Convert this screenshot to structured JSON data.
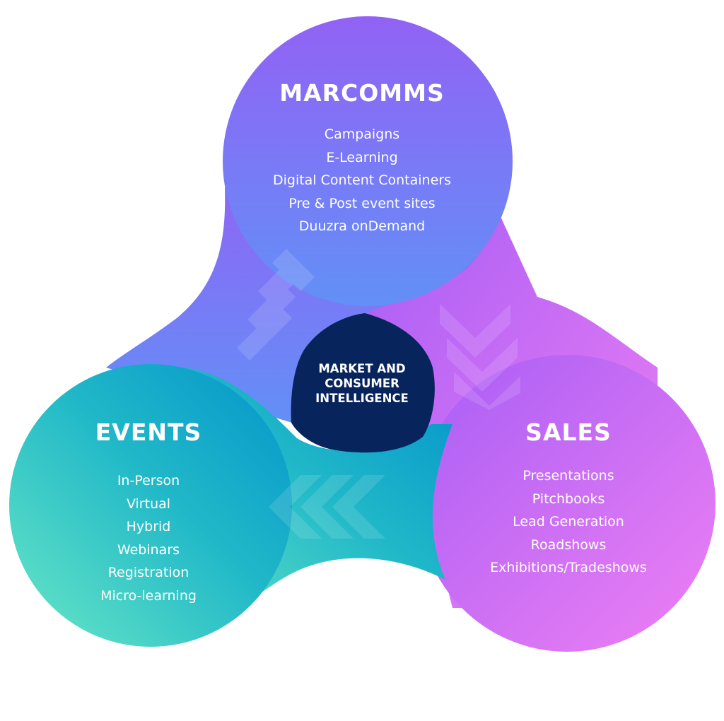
{
  "colors": {
    "marcomms_top": "#8f62f5",
    "marcomms_bottom": "#6a8cf6",
    "sales_top": "#b45cf5",
    "sales_bottom": "#e57af6",
    "events_left": "#62e6c6",
    "events_right": "#0aa1cb",
    "center": "#08245c",
    "text": "#ffffff"
  },
  "icons": [
    "chevrons-up-right-icon",
    "chevrons-down-icon",
    "chevrons-left-icon"
  ],
  "marcomms": {
    "title": "MARCOMMS",
    "items": [
      "Campaigns",
      "E-Learning",
      "Digital Content Containers",
      "Pre & Post event sites",
      "Duuzra onDemand"
    ]
  },
  "events": {
    "title": "EVENTS",
    "items": [
      "In-Person",
      "Virtual",
      "Hybrid",
      "Webinars",
      "Registration",
      "Micro-learning"
    ]
  },
  "sales": {
    "title": "SALES",
    "items": [
      "Presentations",
      "Pitchbooks",
      "Lead Generation",
      "Roadshows",
      "Exhibitions/Tradeshows"
    ]
  },
  "center": {
    "lines": [
      "MARKET AND",
      "CONSUMER",
      "INTELLIGENCE"
    ]
  }
}
